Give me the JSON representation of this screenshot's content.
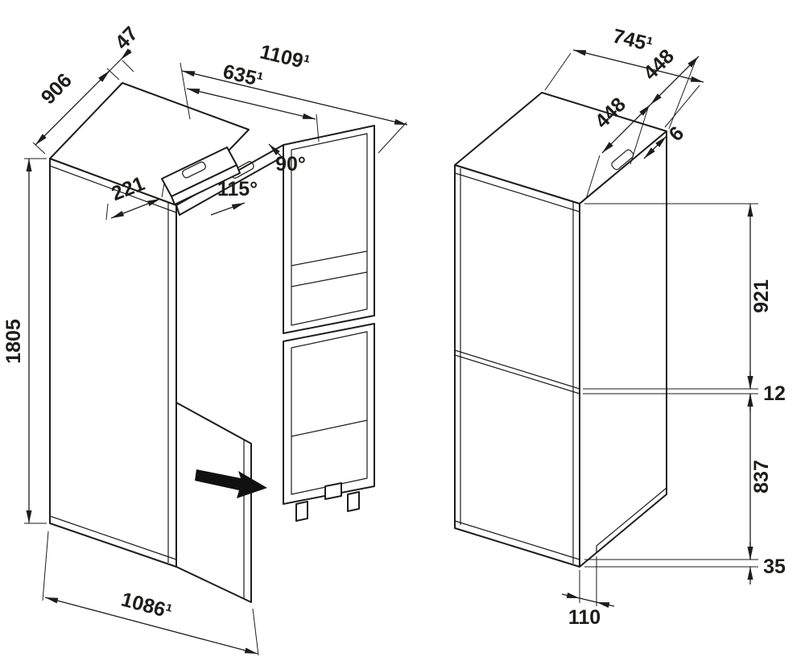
{
  "dims": {
    "left": {
      "height": "1805",
      "depth_with_door": "906",
      "wall_gap": "47",
      "door_width": "635¹",
      "overall_width_door_open": "1109¹",
      "opening_angle_max": "115°",
      "opening_angle_std": "90°",
      "door_projection": "221",
      "overall_depth_door_open": "1086¹"
    },
    "right": {
      "overall_depth": "745¹",
      "handle_front": "448",
      "handle_back": "448",
      "handle_gap": "6",
      "upper_section": "921",
      "section_gap": "12",
      "lower_section": "837",
      "base_recess": "110",
      "base_height": "35"
    }
  }
}
